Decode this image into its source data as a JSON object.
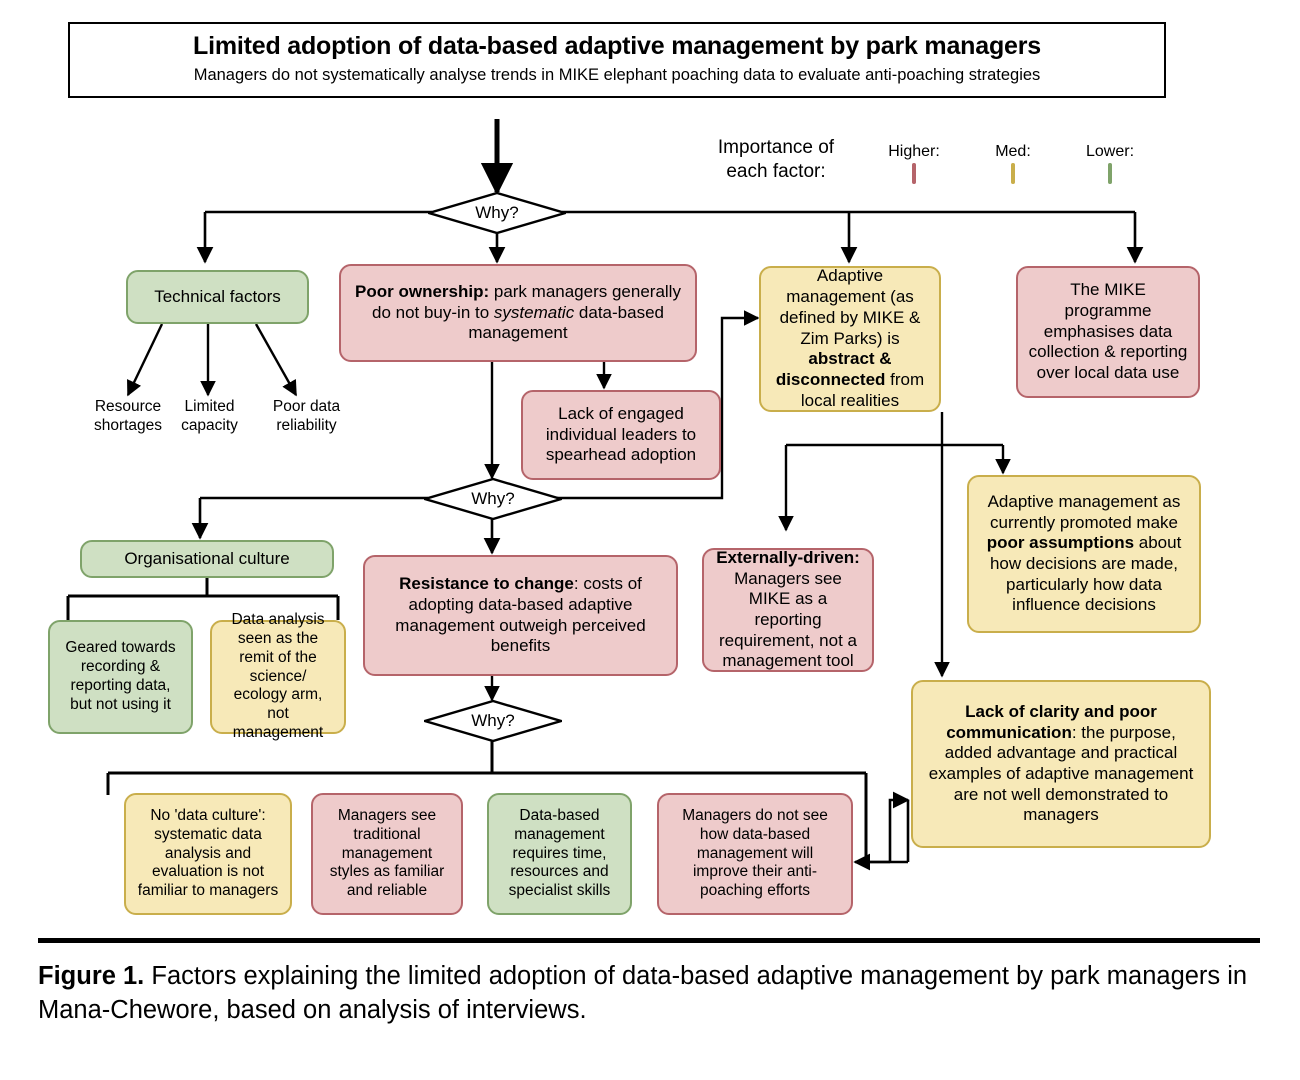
{
  "problem": {
    "title": "Limited adoption of data-based adaptive management by park managers",
    "subtitle": "Managers do not systematically analyse trends in MIKE elephant poaching data to evaluate anti-poaching strategies"
  },
  "legend": {
    "title": "Importance of each factor:",
    "title_line1": "Importance of",
    "title_line2": "each factor:",
    "items": [
      {
        "label": "Higher:",
        "level": "higher",
        "color": "#eecbcb",
        "border": "#b5646a"
      },
      {
        "label": "Med:",
        "level": "med",
        "color": "#f7e9b8",
        "border": "#c9ae4b"
      },
      {
        "label": "Lower:",
        "level": "lower",
        "color": "#cfe0c3",
        "border": "#7fa36a"
      }
    ]
  },
  "diamonds": [
    {
      "id": "why-1",
      "label": "Why?"
    },
    {
      "id": "why-2",
      "label": "Why?"
    },
    {
      "id": "why-3",
      "label": "Why?"
    }
  ],
  "nodes": {
    "technical_factors": {
      "text": "Technical factors",
      "importance": "lower"
    },
    "resource_shortages": {
      "line1": "Resource",
      "line2": "shortages"
    },
    "limited_capacity": {
      "line1": "Limited",
      "line2": "capacity"
    },
    "poor_data_reliability": {
      "line1": "Poor data",
      "line2": "reliability"
    },
    "poor_ownership": {
      "bold": "Poor ownership:",
      "rest_a": " park managers generally do not buy-in to ",
      "italic": "systematic",
      "rest_b": " data-based management",
      "importance": "higher"
    },
    "lack_engaged_leaders": {
      "text": "Lack of engaged individual leaders to spearhead adoption",
      "importance": "higher"
    },
    "adaptive_abstract": {
      "pre": "Adaptive management (as defined by MIKE & Zim Parks) is ",
      "bold": "abstract & disconnected",
      "post": " from local realities",
      "importance": "med"
    },
    "mike_programme": {
      "text": "The MIKE programme emphasises data collection & reporting over local data use",
      "importance": "higher"
    },
    "organisational_culture": {
      "text": "Organisational culture",
      "importance": "lower"
    },
    "geared_towards_recording": {
      "text": "Geared towards recording & reporting data, but not using it",
      "importance": "lower"
    },
    "data_analysis_remit": {
      "text": "Data analysis seen as the remit of the science/ ecology arm, not management",
      "importance": "med"
    },
    "resistance_to_change": {
      "bold": "Resistance to change",
      "rest": ": costs of adopting data-based adaptive management outweigh perceived benefits",
      "importance": "higher"
    },
    "externally_driven": {
      "bold": "Externally-driven:",
      "rest": " Managers see MIKE as a reporting requirement, not a management tool",
      "importance": "higher"
    },
    "poor_assumptions": {
      "pre": "Adaptive management as currently promoted make ",
      "bold": "poor assumptions",
      "post": " about how decisions are made, particularly how data influence decisions",
      "importance": "med"
    },
    "lack_of_clarity": {
      "bold": "Lack of clarity and poor communication",
      "rest": ": the purpose, added advantage and practical examples of adaptive management are not well demonstrated to managers",
      "importance": "med"
    },
    "no_data_culture": {
      "text": "No 'data culture': systematic data analysis and evaluation is not familiar to managers",
      "importance": "med"
    },
    "traditional_management": {
      "text": "Managers see traditional management styles as familiar and reliable",
      "importance": "higher"
    },
    "requires_resources": {
      "text": "Data-based management requires time, resources and specialist skills",
      "importance": "lower"
    },
    "no_improvement_seen": {
      "text": "Managers do not see how data-based management will improve their anti-poaching efforts",
      "importance": "higher"
    }
  },
  "caption": {
    "bold": "Figure 1.",
    "rest": " Factors explaining the limited adoption of data-based adaptive management by park managers in Mana-Chewore, based on analysis of interviews."
  }
}
